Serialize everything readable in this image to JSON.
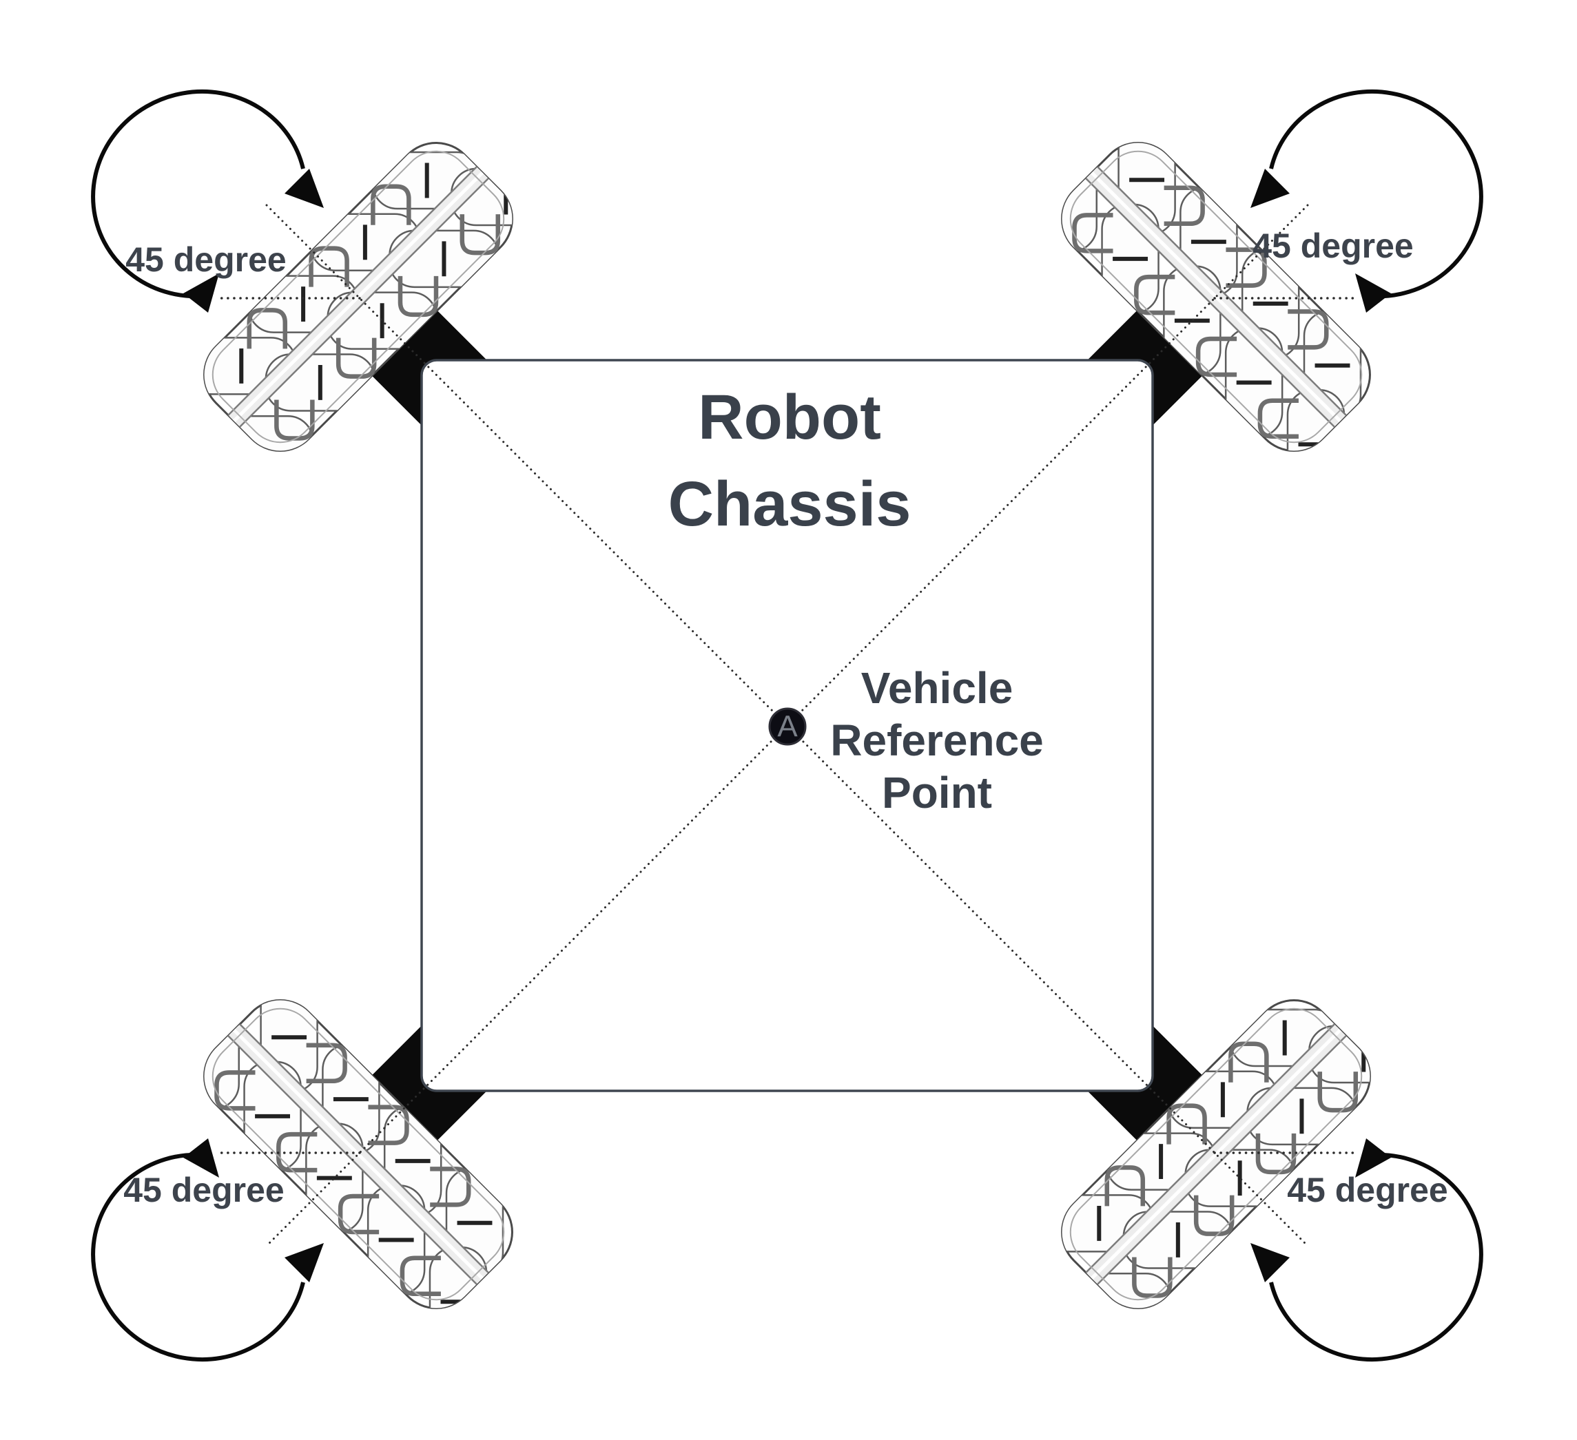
{
  "diagram": {
    "title_lines": [
      "Robot",
      "Chassis"
    ],
    "reference_point": {
      "marker": "A",
      "label_lines": [
        "Vehicle",
        "Reference",
        "Point"
      ]
    },
    "wheels": [
      {
        "id": "front-left",
        "angle_label": "45 degree"
      },
      {
        "id": "front-right",
        "angle_label": "45 degree"
      },
      {
        "id": "rear-left",
        "angle_label": "45 degree"
      },
      {
        "id": "rear-right",
        "angle_label": "45 degree"
      }
    ],
    "colors": {
      "background": "#ffffff",
      "chassis_border": "#3f4650",
      "text": "#3a414b",
      "connector_black": "#0b0b0b",
      "arrow_black": "#0a0a0a",
      "dotted_line": "#2b2b2b",
      "wheel_outline": "#4a4a4a",
      "wheel_detail": "#8c8c8c",
      "marker_letter": "#7b8089"
    }
  }
}
